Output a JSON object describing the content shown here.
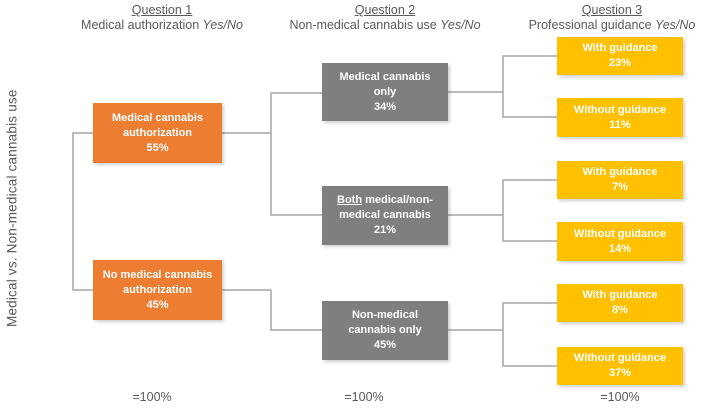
{
  "figure": {
    "y_axis_label": "Medical vs. Non-medical cannabis use",
    "columns": [
      {
        "title": "Question 1",
        "subtitle": "Medical authorization",
        "subtitle_italic": "Yes/No",
        "total": "=100%"
      },
      {
        "title": "Question 2",
        "subtitle": "Non-medical cannabis use",
        "subtitle_italic": "Yes/No",
        "total": "=100%"
      },
      {
        "title": "Question 3",
        "subtitle": "Professional guidance",
        "subtitle_italic": "Yes/No",
        "total": "=100%"
      }
    ],
    "colors": {
      "level1_orange": "#ED7D31",
      "level2_gray": "#7F7F7F",
      "level3_yellow": "#FFC000",
      "connector_gray": "#A6A6A6",
      "label_text_gray": "#595959",
      "node_text": "#FFFFFF"
    },
    "nodes": {
      "level1": [
        {
          "label": "Medical cannabis\nauthorization",
          "value": "55%"
        },
        {
          "label": "No medical cannabis\nauthorization",
          "value": "45%"
        }
      ],
      "level2": [
        {
          "label": "Medical cannabis\nonly",
          "value": "34%"
        },
        {
          "label_underlined": "Both",
          "label": " medical/non-\nmedical cannabis",
          "value": "21%"
        },
        {
          "label": "Non-medical\ncannabis only",
          "value": "45%"
        }
      ],
      "level3": [
        {
          "label": "With guidance",
          "value": "23%"
        },
        {
          "label": "Without guidance",
          "value": "11%"
        },
        {
          "label": "With guidance",
          "value": "7%"
        },
        {
          "label": "Without guidance",
          "value": "14%"
        },
        {
          "label": "With guidance",
          "value": "8%"
        },
        {
          "label": "Without guidance",
          "value": "37%"
        }
      ]
    }
  }
}
